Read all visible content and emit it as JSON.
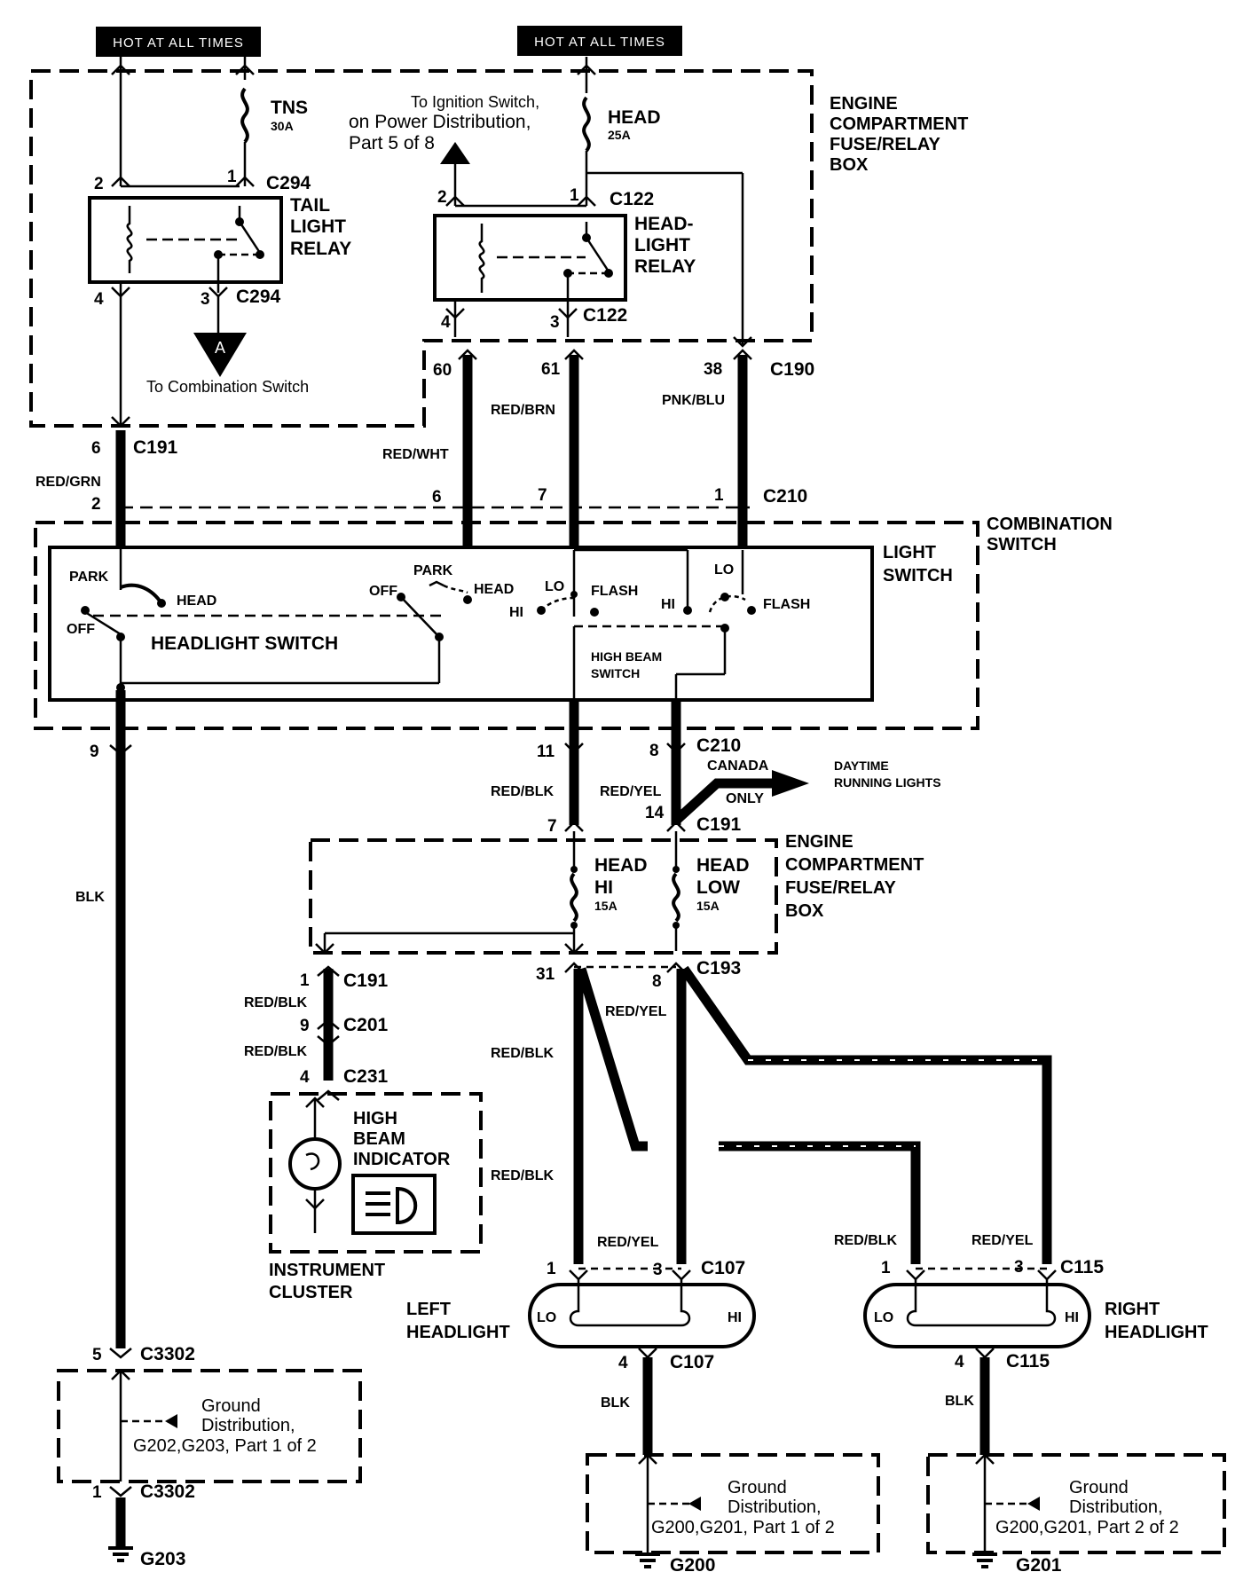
{
  "hot_labels": [
    "HOT AT ALL TIMES",
    "HOT AT ALL TIMES"
  ],
  "fuses": {
    "tns": {
      "name": "TNS",
      "rating": "30A"
    },
    "head": {
      "name": "HEAD",
      "rating": "25A"
    },
    "head_hi": {
      "name1": "HEAD",
      "name2": "HI",
      "rating": "15A"
    },
    "head_low": {
      "name1": "HEAD",
      "name2": "LOW",
      "rating": "15A"
    }
  },
  "ignition_note": [
    "To Ignition Switch,",
    "on  Power Distribution,",
    "Part 5 of 8"
  ],
  "engine_box": [
    "ENGINE",
    "COMPARTMENT",
    "FUSE/RELAY",
    "BOX"
  ],
  "tail_relay": [
    "TAIL",
    "LIGHT",
    "RELAY"
  ],
  "headlight_relay": [
    "HEAD-",
    "LIGHT",
    "RELAY"
  ],
  "connector_A": "A",
  "combination_note": "To Combination Switch",
  "combination_switch": [
    "COMBINATION",
    "SWITCH"
  ],
  "light_switch": [
    "LIGHT",
    "SWITCH"
  ],
  "headlight_switch": "HEADLIGHT SWITCH",
  "high_beam_switch": [
    "HIGH BEAM",
    "SWITCH"
  ],
  "switch_positions": {
    "park1": "PARK",
    "head1": "HEAD",
    "off1": "OFF",
    "off2": "OFF",
    "park2": "PARK",
    "head2": "HEAD",
    "lo1": "LO",
    "flash1": "FLASH",
    "hi1": "HI",
    "hi2": "HI",
    "lo2": "LO",
    "flash2": "FLASH"
  },
  "connectors": {
    "c294": "C294",
    "c122": "C122",
    "c190": "C190",
    "c191": "C191",
    "c210": "C210",
    "c193": "C193",
    "c201": "C201",
    "c231": "C231",
    "c107": "C107",
    "c115": "C115",
    "c3302": "C3302"
  },
  "pins": {
    "tns2": "2",
    "tns1": "1",
    "tail4": "4",
    "tail3": "3",
    "hr2": "2",
    "hr1": "1",
    "hr4": "4",
    "hr3": "3",
    "c190_60": "60",
    "c190_61": "61",
    "c190_38": "38",
    "c191_6": "6",
    "c191_2": "2",
    "c210_6": "6",
    "c210_7": "7",
    "c210_1": "1",
    "c3302_9": "9",
    "c210_11": "11",
    "c210_8": "8",
    "c191_7": "7",
    "c191_14": "14",
    "c193_31": "31",
    "c193_8": "8",
    "c191_1": "1",
    "c201_9": "9",
    "c231_4": "4",
    "c107_1": "1",
    "c107_3": "3",
    "c115_1": "1",
    "c115_3": "3",
    "c107_4": "4",
    "c115_4": "4",
    "c3302_5": "5",
    "c3302_1": "1"
  },
  "wires": {
    "red_grn": "RED/GRN",
    "red_wht": "RED/WHT",
    "red_brn": "RED/BRN",
    "pnk_blu": "PNK/BLU",
    "blk": "BLK",
    "red_blk": "RED/BLK",
    "red_yel": "RED/YEL"
  },
  "drl": {
    "canada": "CANADA",
    "only": "ONLY",
    "target": [
      "DAYTIME",
      "RUNNING LIGHTS"
    ]
  },
  "indicator": {
    "title": [
      "HIGH",
      "BEAM",
      "INDICATOR"
    ],
    "cluster": [
      "INSTRUMENT",
      "CLUSTER"
    ]
  },
  "left_headlight": [
    "LEFT",
    "HEADLIGHT"
  ],
  "right_headlight": [
    "RIGHT",
    "HEADLIGHT"
  ],
  "lamp_lo": "LO",
  "lamp_hi": "HI",
  "grounds": {
    "g203_box": [
      "Ground",
      "Distribution,",
      "G202,G203, Part 1 of 2"
    ],
    "g200_box": [
      "Ground",
      "Distribution,",
      "G200,G201, Part 1 of 2"
    ],
    "g201_box": [
      "Ground",
      "Distribution,",
      "G200,G201, Part 2 of 2"
    ],
    "g203": "G203",
    "g200": "G200",
    "g201": "G201"
  }
}
